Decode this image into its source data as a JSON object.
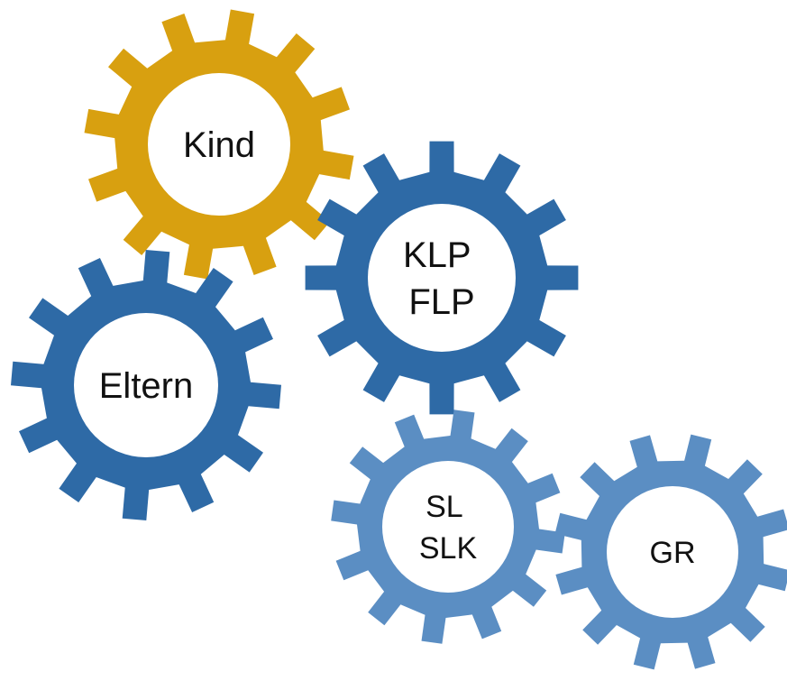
{
  "diagram": {
    "gears": [
      {
        "id": "kind",
        "lines": [
          "Kind"
        ],
        "color": "#D8A010"
      },
      {
        "id": "eltern",
        "lines": [
          "Eltern"
        ],
        "color": "#2E6AA6"
      },
      {
        "id": "klp-flp",
        "lines": [
          "KLP",
          "FLP"
        ],
        "color": "#2E6AA6"
      },
      {
        "id": "sl-slk",
        "lines": [
          "SL",
          "SLK"
        ],
        "color": "#5B8EC3"
      },
      {
        "id": "gr",
        "lines": [
          "GR"
        ],
        "color": "#5B8EC3"
      }
    ]
  }
}
